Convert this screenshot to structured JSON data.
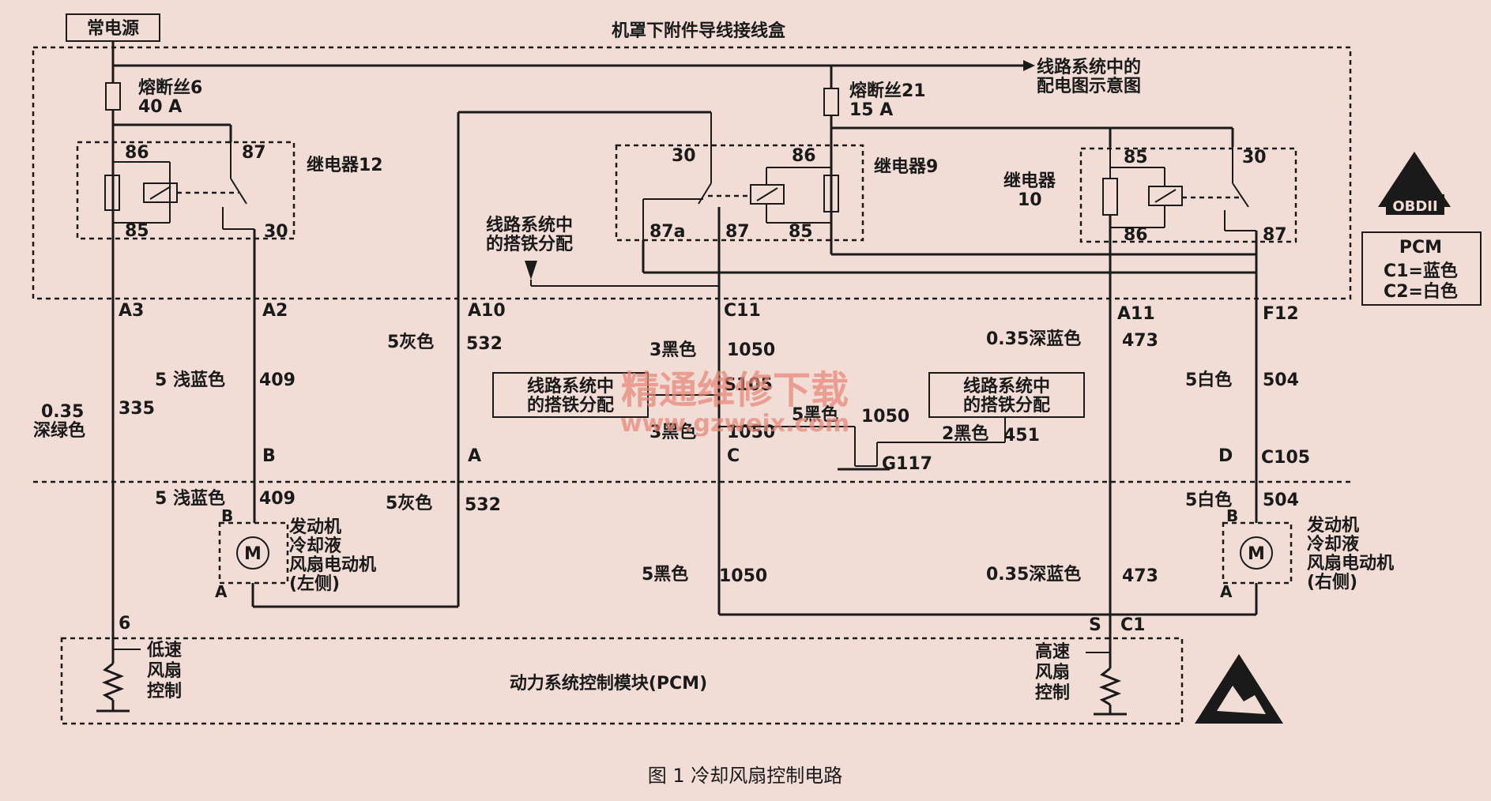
{
  "title": {
    "power_source": "常电源",
    "junction_box": "机罩下附件导线接线盒",
    "caption": "图 1   冷却风扇控制电路"
  },
  "fuses": {
    "f6_name": "熔断丝6",
    "f6_rating": "40 A",
    "f21_name": "熔断丝21",
    "f21_rating": "15 A"
  },
  "notes": {
    "power_dist_line1": "线路系统中的",
    "power_dist_line2": "配电图示意图",
    "ground_a_line1": "线路系统中",
    "ground_a_line2": "的搭铁分配",
    "ground_b_line1": "线路系统中",
    "ground_b_line2": "的搭铁分配",
    "ground_c_line1": "线路系统中",
    "ground_c_line2": "的搭铁分配"
  },
  "relays": {
    "r12": {
      "name": "继电器12",
      "pins": [
        "86",
        "87",
        "85",
        "30"
      ]
    },
    "r9": {
      "name": "继电器9",
      "pins": [
        "30",
        "86",
        "87a",
        "87",
        "85"
      ]
    },
    "r10": {
      "name_line1": "继电器",
      "name_line2": "10",
      "pins": [
        "85",
        "30",
        "86",
        "87"
      ]
    }
  },
  "connectors": [
    "A3",
    "A2",
    "A10",
    "C11",
    "A11",
    "F12",
    "B",
    "A",
    "C",
    "D",
    "C105",
    "6",
    "S",
    "C1",
    "S105",
    "G117"
  ],
  "wires": {
    "w335_size": "0.35",
    "w335_color": "深绿色",
    "w335_num": "335",
    "w409a_label": "5 浅蓝色",
    "w409a_num": "409",
    "w409b_label": "5 浅蓝色",
    "w409b_num": "409",
    "w532a_label": "5灰色",
    "w532a_num": "532",
    "w532b_label": "5灰色",
    "w532b_num": "532",
    "w1050a_label": "3黑色",
    "w1050a_num": "1050",
    "w1050b_label": "3黑色",
    "w1050b_num": "1050",
    "w1050c_label": "5黑色",
    "w1050c_num": "1050",
    "w1050d_label": "5黑色",
    "w1050d_num": "1050",
    "w451_label": "2黑色",
    "w451_num": "451",
    "w473a_label": "0.35深蓝色",
    "w473a_num": "473",
    "w473b_label": "0.35深蓝色",
    "w473b_num": "473",
    "w504a_label": "5白色",
    "w504a_num": "504",
    "w504b_label": "5白色",
    "w504b_num": "504"
  },
  "motors": {
    "left_line1": "发动机",
    "left_line2": "冷却液",
    "left_line3": "风扇电动机",
    "left_line4": "(左侧)",
    "right_line1": "发动机",
    "right_line2": "冷却液",
    "right_line3": "风扇电动机",
    "right_line4": "(右侧)",
    "symbol": "M",
    "pin_b": "B",
    "pin_a": "A"
  },
  "pcm": {
    "name": "动力系统控制模块(PCM)",
    "low_line1": "低速",
    "low_line2": "风扇",
    "low_line3": "控制",
    "high_line1": "高速",
    "high_line2": "风扇",
    "high_line3": "控制",
    "legend_title": "PCM",
    "legend_c1": "C1=蓝色",
    "legend_c2": "C2=白色",
    "obd": "OBDII"
  },
  "watermark": {
    "cn": "精通维修下载",
    "url": "www.gzweix.com"
  }
}
